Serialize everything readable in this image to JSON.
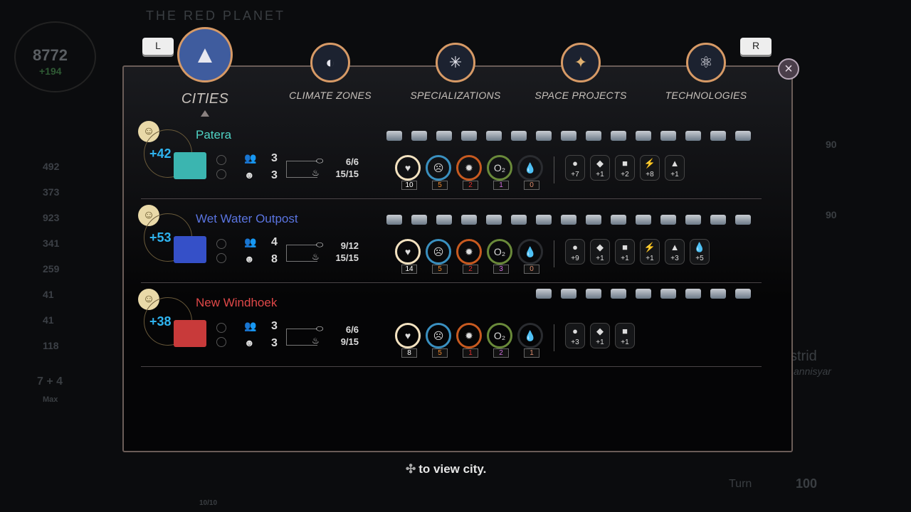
{
  "background": {
    "title": "THE RED PLANET",
    "score": "8772",
    "score_delta": "+194",
    "resources": [
      "492",
      "373",
      "923",
      "341",
      "259",
      "41",
      "41",
      "118"
    ],
    "workers": "7 + 4",
    "max": "Max",
    "turn_label": "Turn",
    "turn": "100",
    "counter": "10/10",
    "leader": "strid",
    "leader_sub": "annisyar",
    "meter1": "90",
    "meter2": "90"
  },
  "nav": {
    "left_key": "L",
    "right_key": "R",
    "close": "×",
    "tabs": [
      {
        "label": "CITIES",
        "icon": "cities-icon"
      },
      {
        "label": "CLIMATE ZONES",
        "icon": "climate-icon"
      },
      {
        "label": "SPECIALIZATIONS",
        "icon": "specializations-icon"
      },
      {
        "label": "SPACE PROJECTS",
        "icon": "space-projects-icon"
      },
      {
        "label": "TECHNOLOGIES",
        "icon": "technologies-icon"
      }
    ]
  },
  "cities": [
    {
      "name": "Patera",
      "color": "#4fd3c4",
      "base": "#3bb5b0",
      "score": "+42",
      "pop": "3",
      "workers": "3",
      "housing": "6/6",
      "food": "15/15",
      "stats": [
        "10",
        "5",
        "2",
        "1",
        "0"
      ],
      "bonuses": [
        "+7",
        "+1",
        "+2",
        "+8",
        "+1"
      ],
      "buildings": 15
    },
    {
      "name": "Wet Water Outpost",
      "color": "#5a74e0",
      "base": "#3550c8",
      "score": "+53",
      "pop": "4",
      "workers": "8",
      "housing": "9/12",
      "food": "15/15",
      "stats": [
        "14",
        "5",
        "2",
        "3",
        "0"
      ],
      "bonuses": [
        "+9",
        "+1",
        "+1",
        "+1",
        "+3",
        "+5"
      ],
      "buildings": 15
    },
    {
      "name": "New Windhoek",
      "color": "#e04848",
      "base": "#c83a3a",
      "score": "+38",
      "pop": "3",
      "workers": "3",
      "housing": "6/6",
      "food": "9/15",
      "stats": [
        "8",
        "5",
        "1",
        "2",
        "1"
      ],
      "bonuses": [
        "+3",
        "+1",
        "+1"
      ],
      "buildings": 9
    }
  ],
  "hint": {
    "text": "to view city."
  }
}
